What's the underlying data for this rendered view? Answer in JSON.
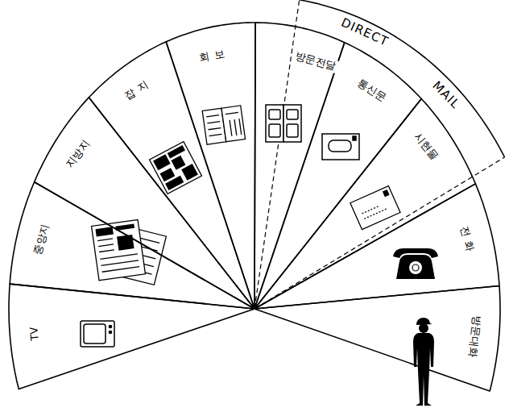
{
  "diagram": {
    "nodes": [
      {
        "text": [
          "TV"
        ]
      },
      {
        "text": [
          "중앙지"
        ]
      },
      {
        "text": [
          "지방지"
        ]
      },
      {
        "text": [
          "잡지"
        ]
      },
      {
        "text": [
          "회보"
        ]
      },
      {
        "text": [
          "방문전달"
        ]
      },
      {
        "text": [
          "통신문"
        ]
      },
      {
        "text": [
          "시현물"
        ]
      },
      {
        "text": [
          "전화"
        ]
      },
      {
        "text": [
          "방문대화"
        ]
      },
      {
        "text": [
          "DIRECT",
          "MAIL"
        ]
      }
    ]
  }
}
